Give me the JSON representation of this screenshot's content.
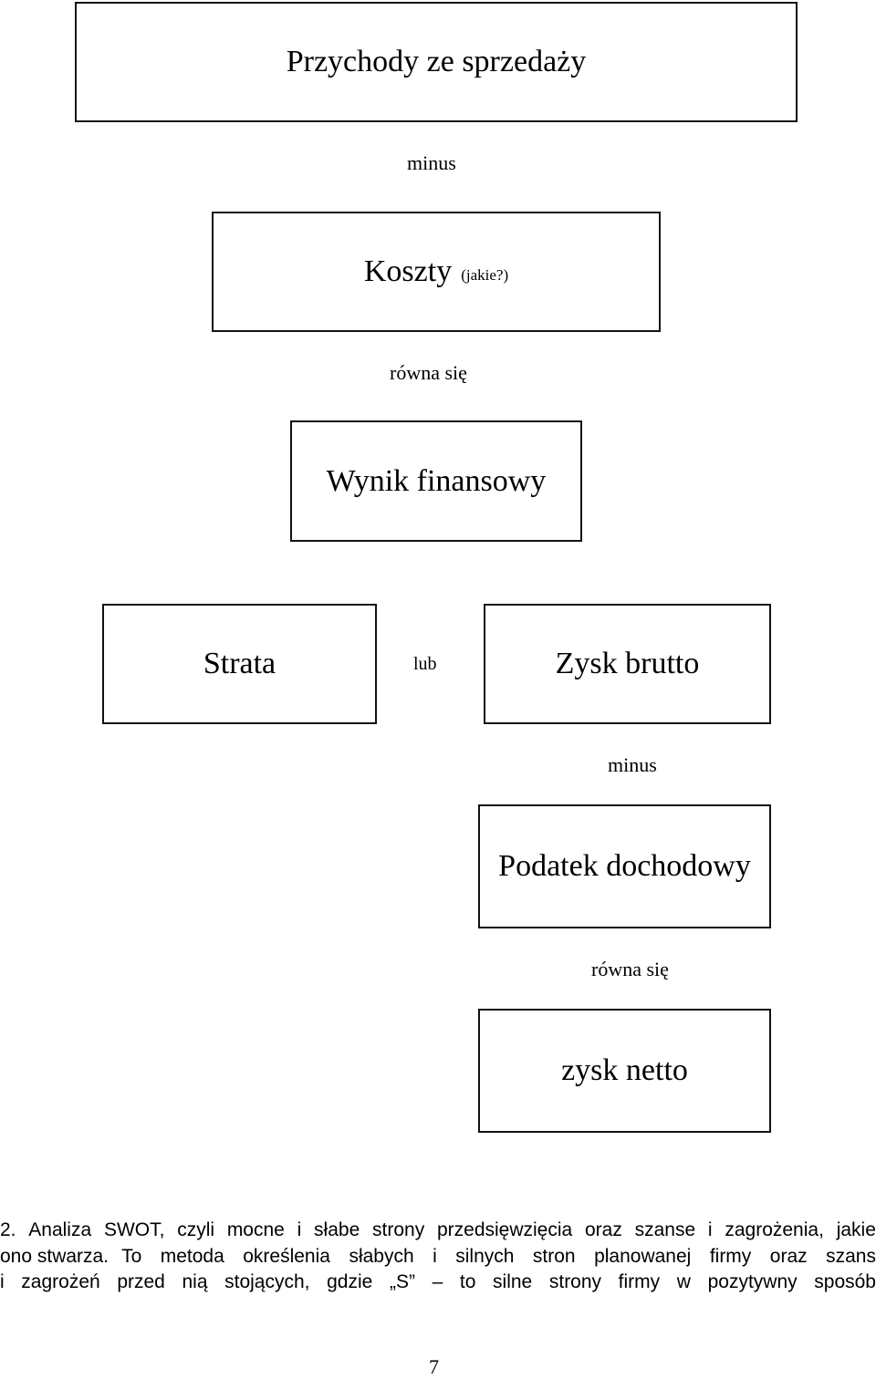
{
  "diagram": {
    "box_revenue": "Przychody ze sprzedaży",
    "label_minus_1": "minus",
    "box_costs": "Koszty",
    "box_costs_note": "(jakie?)",
    "label_equals_1": "równa się",
    "box_result": "Wynik finansowy",
    "box_loss": "Strata",
    "label_or": "lub",
    "box_gross_profit": "Zysk brutto",
    "label_minus_2": "minus",
    "box_income_tax": "Podatek dochodowy",
    "label_equals_2": "równa się",
    "box_net_profit": "zysk netto"
  },
  "paragraph": {
    "line1": [
      "2.",
      "Analiza",
      "SWOT,",
      "czyli",
      "mocne",
      "i",
      "słabe",
      "strony",
      "przedsięwzięcia",
      "oraz",
      "szanse",
      "i",
      "zagrożenia,",
      "jakie"
    ],
    "line2": "ono stwarza.",
    "line2_words": [
      "To",
      "metoda",
      "określenia",
      "słabych",
      "i",
      "silnych",
      "stron",
      "planowanej",
      "firmy",
      "oraz",
      "szans"
    ],
    "line3": [
      "i",
      "zagrożeń",
      "przed",
      "nią",
      "stojących,",
      "gdzie",
      "„S”",
      "–",
      "to",
      "silne",
      "strony",
      "firmy",
      "w",
      "pozytywny",
      "sposób"
    ]
  },
  "page_number": "7"
}
